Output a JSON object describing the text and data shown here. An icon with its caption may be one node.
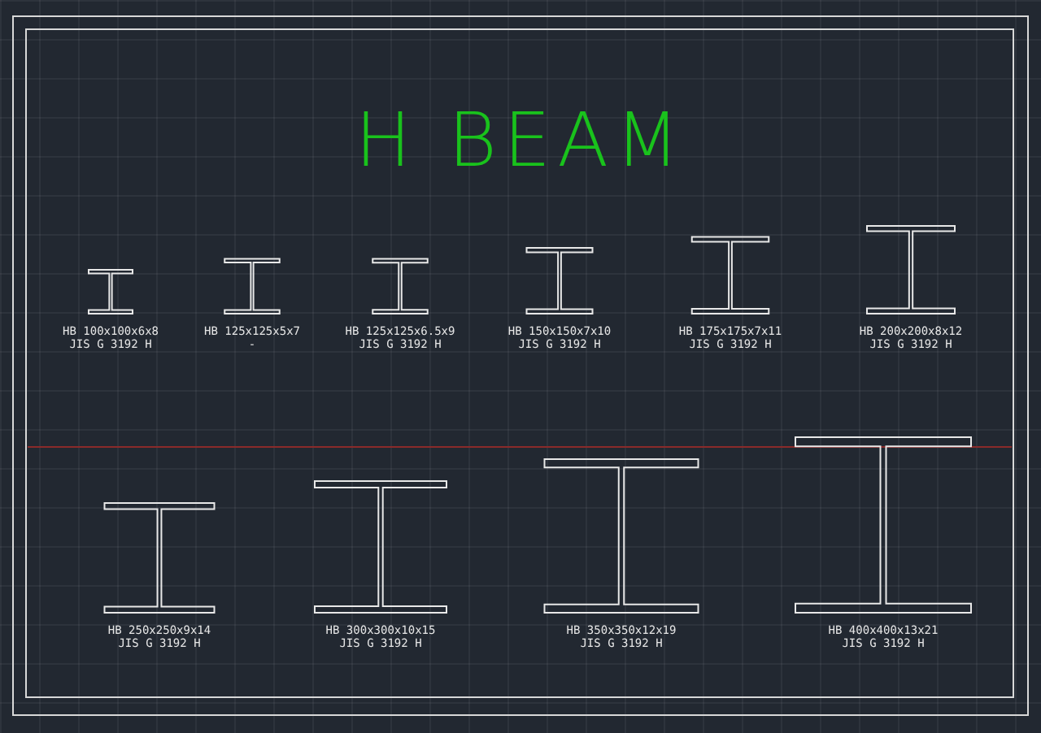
{
  "diagram": {
    "title": "H BEAM",
    "labels": [
      "HB 100x100x6x8",
      "JIS G 3192 H",
      "HB 125x125x5x7",
      "-",
      "HB 125x125x6.5x9",
      "JIS G 3192 H",
      "HB 150x150x7x10",
      "JIS G 3192 H",
      "HB 175x175x7x11",
      "JIS G 3192 H",
      "HB 200x200x8x12",
      "JIS G 3192 H",
      "HB 250x250x9x14",
      "JIS G 3192 H",
      "HB 300x300x10x15",
      "JIS G 3192 H",
      "HB 350x350x12x19",
      "JIS G 3192 H",
      "HB 400x400x13x21",
      "JIS G 3192 H"
    ]
  }
}
